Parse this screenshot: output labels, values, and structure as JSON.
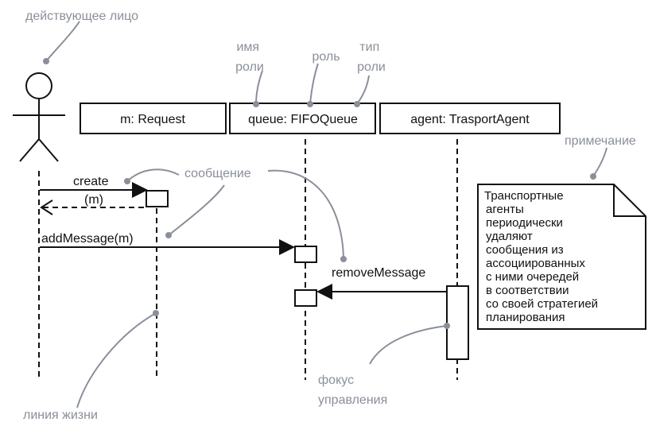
{
  "annotations": {
    "actor": "действующее лицо",
    "role_name_1": "имя",
    "role_name_2": "роли",
    "role": "роль",
    "role_type_1": "тип",
    "role_type_2": "роли",
    "message": "сообщение",
    "note": "примечание",
    "lifeline": "линия жизни",
    "focus_1": "фокус",
    "focus_2": "управления"
  },
  "objects": {
    "request": "m: Request",
    "queue": "queue: FIFOQueue",
    "agent": "agent: TrasportAgent"
  },
  "messages": {
    "create": "create",
    "return_m": "(m)",
    "add": "addMessage(m)",
    "remove": "removeMessage"
  },
  "note_lines": [
    "Транспортные",
    "агенты",
    "периодически",
    "удаляют",
    "сообщения из",
    "ассоциированных",
    "с ними очередей",
    "в соответствии",
    "со своей стратегией",
    "планирования"
  ],
  "colors": {
    "annotation": "#8a8f9a",
    "line": "#111111"
  }
}
